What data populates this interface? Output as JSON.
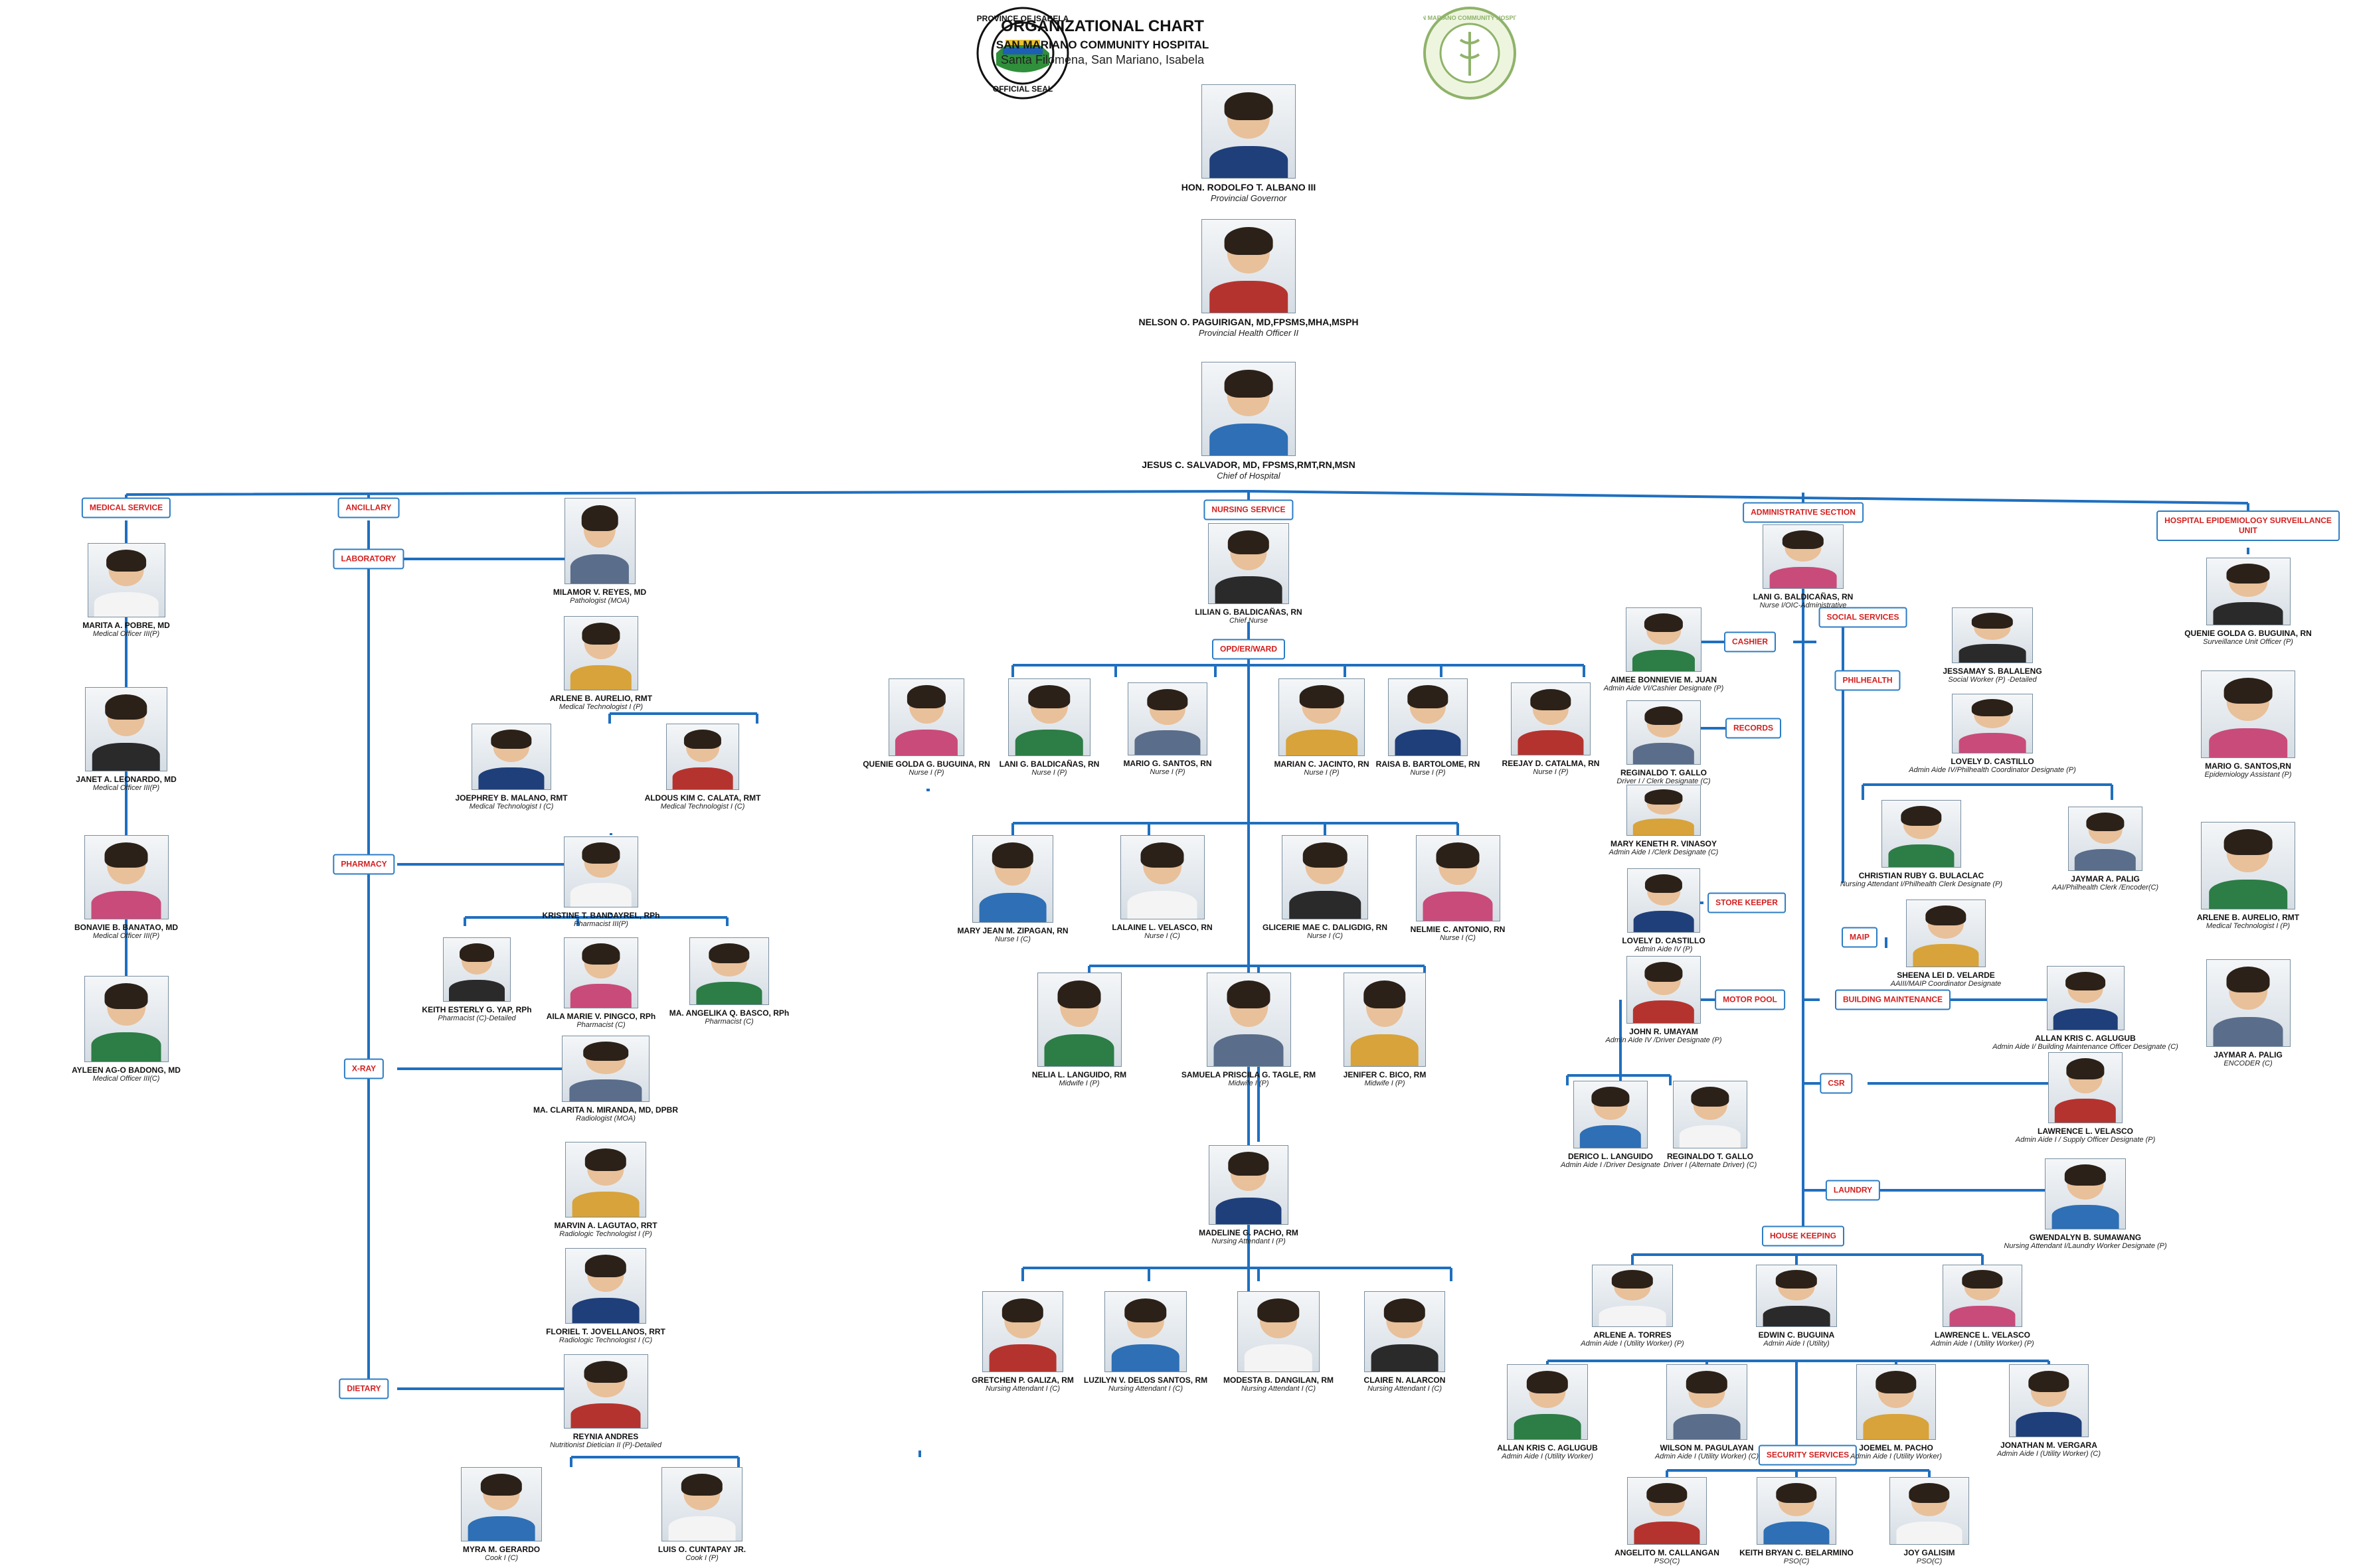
{
  "header": {
    "title": "ORGANIZATIONAL CHART",
    "hospital": "SAN MARIANO COMMUNITY HOSPITAL",
    "address": "Santa Filomena, San Mariano, Isabela"
  },
  "seals": {
    "left": {
      "top": "PROVINCE OF ISABELA",
      "bottom": "OFFICIAL SEAL"
    },
    "right": {
      "top": "SAN MARIANO COMMUNITY HOSPITAL"
    }
  },
  "colors": {
    "line": "#1f6fbf",
    "label_text": "#d31f1f",
    "label_border": "#2c7cc4"
  },
  "labels": {
    "medical_service": "MEDICAL SERVICE",
    "ancillary": "ANCILLARY",
    "laboratory": "LABORATORY",
    "pharmacy": "PHARMACY",
    "xray": "X-RAY",
    "dietary": "DIETARY",
    "nursing_service": "NURSING SERVICE",
    "opd_er_ward": "OPD/ER/WARD",
    "administrative_section": "ADMINISTRATIVE SECTION",
    "cashier": "CASHIER",
    "records": "RECORDS",
    "store_keeper": "STORE KEEPER",
    "motor_pool": "MOTOR POOL",
    "social_services": "SOCIAL SERVICES",
    "philhealth": "PHILHEALTH",
    "maip": "MAIP",
    "building_maintenance": "BUILDING MAINTENANCE",
    "csr": "CSR",
    "laundry": "LAUNDRY",
    "house_keeping": "HOUSE KEEPING",
    "security_services": "SECURITY SERVICES",
    "hesu_line1": "HOSPITAL EPIDEMIOLOGY SURVEILLANCE",
    "hesu_line2": "UNIT"
  },
  "people": {
    "governor": {
      "name": "HON. RODOLFO T. ALBANO III",
      "title": "Provincial Governor"
    },
    "pho": {
      "name": "NELSON O. PAGUIRIGAN, MD,FPSMS,MHA,MSPH",
      "title": "Provincial Health Officer II"
    },
    "coh": {
      "name": "JESUS C. SALVADOR, MD, FPSMS,RMT,RN,MSN",
      "title": "Chief of Hospital"
    },
    "pobre": {
      "name": "MARITA A. POBRE, MD",
      "title": "Medical Officer III(P)"
    },
    "leonardo": {
      "name": "JANET A. LEONARDO, MD",
      "title": "Medical Officer III(P)"
    },
    "banatao": {
      "name": "BONAVIE B. BANATAO, MD",
      "title": "Medical Officer III(P)"
    },
    "badong": {
      "name": "AYLEEN AG-O BADONG, MD",
      "title": "Medical Officer III(C)"
    },
    "reyes": {
      "name": "MILAMOR V. REYES, MD",
      "title": "Pathologist (MOA)"
    },
    "aurelio_lab": {
      "name": "ARLENE B. AURELIO, RMT",
      "title": "Medical Technologist I (P)"
    },
    "malano": {
      "name": "JOEPHREY B. MALANO, RMT",
      "title": "Medical Technologist I (C)"
    },
    "calata": {
      "name": "ALDOUS KIM C. CALATA, RMT",
      "title": "Medical Technologist I (C)"
    },
    "bandayrel": {
      "name": "KRISTINE T. BANDAYREL, RPh",
      "title": "Pharmacist III(P)"
    },
    "yap": {
      "name": "KEITH ESTERLY G. YAP, RPh",
      "title": "Pharmacist (C)-Detailed"
    },
    "pingco": {
      "name": "AILA MARIE V. PINGCO, RPh",
      "title": "Pharmacist (C)"
    },
    "basco": {
      "name": "MA. ANGELIKA Q. BASCO, RPh",
      "title": "Pharmacist (C)"
    },
    "miranda": {
      "name": "MA. CLARITA N. MIRANDA, MD, DPBR",
      "title": "Radiologist (MOA)"
    },
    "lagutao": {
      "name": "MARVIN A. LAGUTAO, RRT",
      "title": "Radiologic Technologist I (P)"
    },
    "jovellanos": {
      "name": "FLORIEL T. JOVELLANOS, RRT",
      "title": "Radiologic Technologist I (C)"
    },
    "andres": {
      "name": "REYNIA ANDRES",
      "title": "Nutritionist Dietician II (P)-Detailed"
    },
    "gerardo": {
      "name": "MYRA M. GERARDO",
      "title": "Cook I (C)"
    },
    "cuntapay": {
      "name": "LUIS O. CUNTAPAY JR.",
      "title": "Cook I (P)"
    },
    "baldicanas_lilian": {
      "name": "LILIAN G. BALDICAÑAS, RN",
      "title": "Chief Nurse"
    },
    "buguina_n": {
      "name": "QUENIE GOLDA G. BUGUINA, RN",
      "title": "Nurse I (P)"
    },
    "baldicanas_lani_n": {
      "name": "LANI G. BALDICAÑAS, RN",
      "title": "Nurse I (P)"
    },
    "santos_n": {
      "name": "MARIO G. SANTOS, RN",
      "title": "Nurse I (P)"
    },
    "jacinto": {
      "name": "MARIAN C. JACINTO, RN",
      "title": "Nurse I (P)"
    },
    "bartolome": {
      "name": "RAISA B. BARTOLOME, RN",
      "title": "Nurse I (P)"
    },
    "catalma": {
      "name": "REEJAY D. CATALMA, RN",
      "title": "Nurse I (P)"
    },
    "zipagan": {
      "name": "MARY JEAN M. ZIPAGAN, RN",
      "title": "Nurse I (C)"
    },
    "velasco_l": {
      "name": "LALAINE L. VELASCO, RN",
      "title": "Nurse I (C)"
    },
    "daligdig": {
      "name": "GLICERIE MAE C. DALIGDIG, RN",
      "title": "Nurse I (C)"
    },
    "antonio": {
      "name": "NELMIE C. ANTONIO, RN",
      "title": "Nurse I (C)"
    },
    "languido_n": {
      "name": "NELIA L. LANGUIDO, RM",
      "title": "Midwife I (P)"
    },
    "tagle": {
      "name": "SAMUELA PRISCILA G. TAGLE, RM",
      "title": "Midwife I (P)"
    },
    "bico": {
      "name": "JENIFER C. BICO, RM",
      "title": "Midwife I (P)"
    },
    "pacho_m": {
      "name": "MADELINE G. PACHO, RM",
      "title": "Nursing Attendant I (P)"
    },
    "galiza": {
      "name": "GRETCHEN P. GALIZA, RM",
      "title": "Nursing Attendant I (C)"
    },
    "delossantos": {
      "name": "LUZILYN V. DELOS SANTOS, RM",
      "title": "Nursing Attendant I (C)"
    },
    "dangilan": {
      "name": "MODESTA B. DANGILAN, RM",
      "title": "Nursing Attendant I (C)"
    },
    "alarcon": {
      "name": "CLAIRE N. ALARCON",
      "title": "Nursing Attendant I (C)"
    },
    "baldicanas_lani_a": {
      "name": "LANI G. BALDICAÑAS, RN",
      "title": "Nurse I/OIC-Administrative"
    },
    "juan": {
      "name": "AIMEE BONNIEVIE M. JUAN",
      "title": "Admin Aide VI/Cashier Designate (P)"
    },
    "gallo_r": {
      "name": "REGINALDO T. GALLO",
      "title": "Driver I / Clerk Designate (C)"
    },
    "vinasoy": {
      "name": "MARY KENETH R. VINASOY",
      "title": "Admin Aide I /Clerk Designate (C)"
    },
    "castillo_sk": {
      "name": "LOVELY D. CASTILLO",
      "title": "Admin Aide IV (P)"
    },
    "umayam": {
      "name": "JOHN R. UMAYAM",
      "title": "Admin Aide IV /Driver Designate (P)"
    },
    "languido_d": {
      "name": "DERICO L. LANGUIDO",
      "title": "Admin Aide I /Driver Designate"
    },
    "gallo_d": {
      "name": "REGINALDO T. GALLO",
      "title": "Driver I (Alternate Driver) (C)"
    },
    "balaleng": {
      "name": "JESSAMAY S. BALALENG",
      "title": "Social Worker (P) -Detailed"
    },
    "castillo_ph": {
      "name": "LOVELY D. CASTILLO",
      "title": "Admin Aide IV/Philhealth Coordinator Designate (P)"
    },
    "bulaclac": {
      "name": "CHRISTIAN RUBY G. BULACLAC",
      "title": "Nursing Attendant I/Philhealth Clerk Designate (P)"
    },
    "palig_ph": {
      "name": "JAYMAR A. PALIG",
      "title": "AAI/Philhealth Clerk /Encoder(C)"
    },
    "velarde": {
      "name": "SHEENA LEI D. VELARDE",
      "title": "AAIII/MAIP Coordinator Designate"
    },
    "aglugub_bm": {
      "name": "ALLAN KRIS C. AGLUGUB",
      "title": "Admin Aide I/ Building Maintenance Officer Designate (C)"
    },
    "velasco_csr": {
      "name": "LAWRENCE L. VELASCO",
      "title": "Admin Aide I / Supply Officer Designate (P)"
    },
    "sumawang": {
      "name": "GWENDALYN B. SUMAWANG",
      "title": "Nursing Attendant I/Laundry Worker Designate (P)"
    },
    "torres": {
      "name": "ARLENE A. TORRES",
      "title": "Admin Aide I (Utility Worker) (P)"
    },
    "buguina_e": {
      "name": "EDWIN C. BUGUINA",
      "title": "Admin Aide I (Utility)"
    },
    "velasco_hk": {
      "name": "LAWRENCE L. VELASCO",
      "title": "Admin Aide I (Utility Worker) (P)"
    },
    "aglugub_hk": {
      "name": "ALLAN KRIS C. AGLUGUB",
      "title": "Admin Aide I (Utility Worker)"
    },
    "pagulayan": {
      "name": "WILSON M. PAGULAYAN",
      "title": "Admin Aide I (Utility Worker) (C)"
    },
    "pacho_j": {
      "name": "JOEMEL M. PACHO",
      "title": "Admin Aide I (Utility Worker)"
    },
    "vergara": {
      "name": "JONATHAN M. VERGARA",
      "title": "Admin Aide I (Utility Worker) (C)"
    },
    "callangan": {
      "name": "ANGELITO M. CALLANGAN",
      "title": "PSO(C)"
    },
    "belarmino": {
      "name": "KEITH BRYAN C. BELARMINO",
      "title": "PSO(C)"
    },
    "galisim": {
      "name": "JOY GALISIM",
      "title": "PSO(C)"
    },
    "buguina_h": {
      "name": "QUENIE GOLDA G. BUGUINA, RN",
      "title": "Surveillance Unit Officer (P)"
    },
    "santos_h": {
      "name": "MARIO G. SANTOS,RN",
      "title": "Epidemiology Assistant (P)"
    },
    "aurelio_h": {
      "name": "ARLENE B. AURELIO, RMT",
      "title": "Medical Technologist I (P)"
    },
    "palig_h": {
      "name": "JAYMAR A. PALIG",
      "title": "ENCODER (C)"
    }
  }
}
